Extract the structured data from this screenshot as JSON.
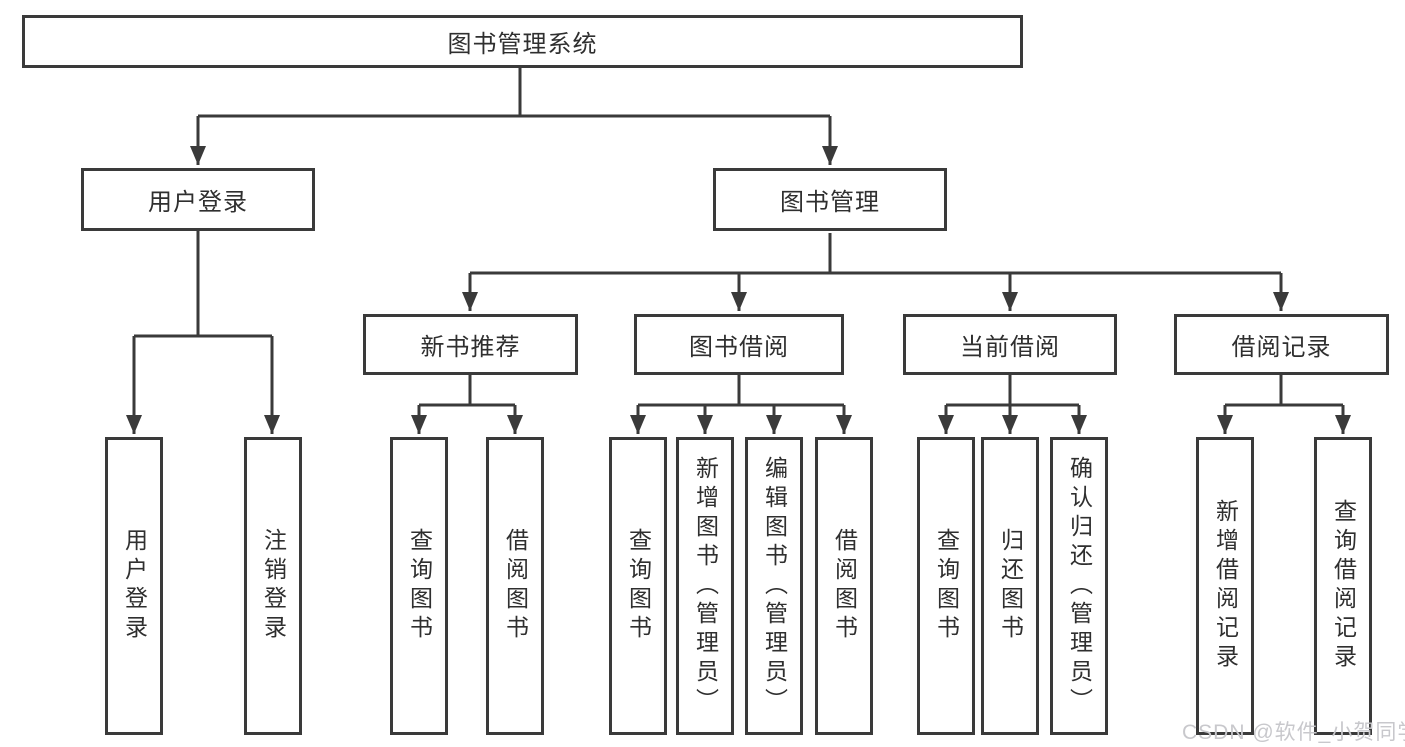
{
  "nodes": {
    "root": "图书管理系统",
    "user_login": "用户登录",
    "book_mgmt": "图书管理",
    "new_book": "新书推荐",
    "book_borrow": "图书借阅",
    "current_borrow": "当前借阅",
    "borrow_record": "借阅记录",
    "leaf_user_login": "用户登录",
    "leaf_logout": "注销登录",
    "leaf_nb_query": "查询图书",
    "leaf_nb_borrow": "借阅图书",
    "leaf_bb_query": "查询图书",
    "leaf_bb_add": "新增图书（管理员）",
    "leaf_bb_edit": "编辑图书（管理员）",
    "leaf_bb_borrow": "借阅图书",
    "leaf_cb_query": "查询图书",
    "leaf_cb_return": "归还图书",
    "leaf_cb_confirm": "确认归还（管理员）",
    "leaf_br_add": "新增借阅记录",
    "leaf_br_query": "查询借阅记录"
  },
  "watermark": "CSDN @软件_小贺同学",
  "colors": {
    "line": "#3a3a3a",
    "text": "#2f2f2f",
    "watermark": "#c8c8cc",
    "background": "#ffffff"
  }
}
